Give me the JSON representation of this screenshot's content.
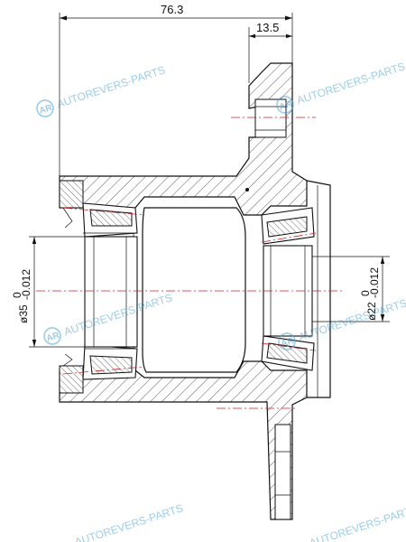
{
  "drawing": {
    "dimensions": {
      "overall_width": "76.3",
      "flange_width": "13.5",
      "left_bore_diameter": "ø35",
      "left_bore_upper_tol": "0",
      "left_bore_lower_tol": "-0.012",
      "right_bore_diameter": "ø22",
      "right_bore_upper_tol": "0",
      "right_bore_lower_tol": "-0.012"
    },
    "watermark": {
      "text": "AUTOREVERS-PARTS",
      "logo_letters": "AR"
    },
    "colors": {
      "line": "#111111",
      "centerline": "#d02020",
      "watermark": "#4aa3d8"
    }
  }
}
